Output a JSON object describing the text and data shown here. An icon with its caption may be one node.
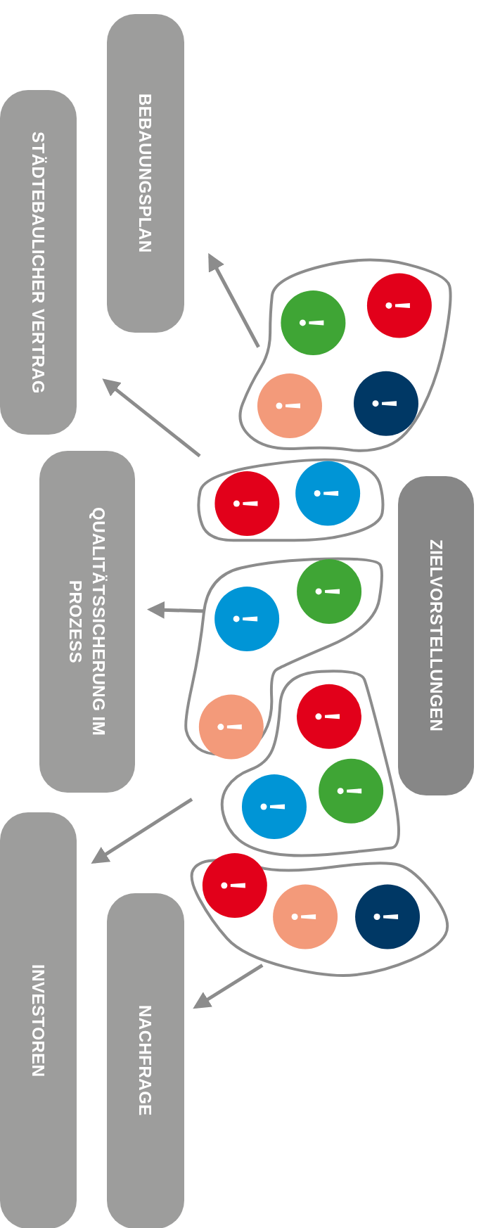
{
  "diagram": {
    "nodes": [
      {
        "text": [
          "BEBAUUNGSPLAN"
        ]
      },
      {
        "text": [
          "STÄDTEBAULICHER VERTRAG"
        ]
      },
      {
        "text": [
          "ZIELVORSTELLUNGEN"
        ]
      },
      {
        "text": [
          "QUALITÄTSSICHERUNG IM PROZESS"
        ]
      },
      {
        "text": [
          "INVESTOREN"
        ]
      },
      {
        "text": [
          "NACHFRAGE"
        ]
      },
      {
        "text": [],
        "shape": "blob"
      },
      {
        "text": [],
        "shape": "blob"
      },
      {
        "text": [],
        "shape": "blob"
      },
      {
        "text": [],
        "shape": "blob"
      },
      {
        "text": [],
        "shape": "blob"
      }
    ],
    "edges": [
      {
        "from": 6,
        "to": 0,
        "arrow": "to"
      },
      {
        "from": 7,
        "to": 1,
        "arrow": "to"
      },
      {
        "from": 8,
        "to": 3,
        "arrow": "to"
      },
      {
        "from": 9,
        "to": 4,
        "arrow": "to"
      },
      {
        "from": 10,
        "to": 5,
        "arrow": "to"
      }
    ]
  }
}
